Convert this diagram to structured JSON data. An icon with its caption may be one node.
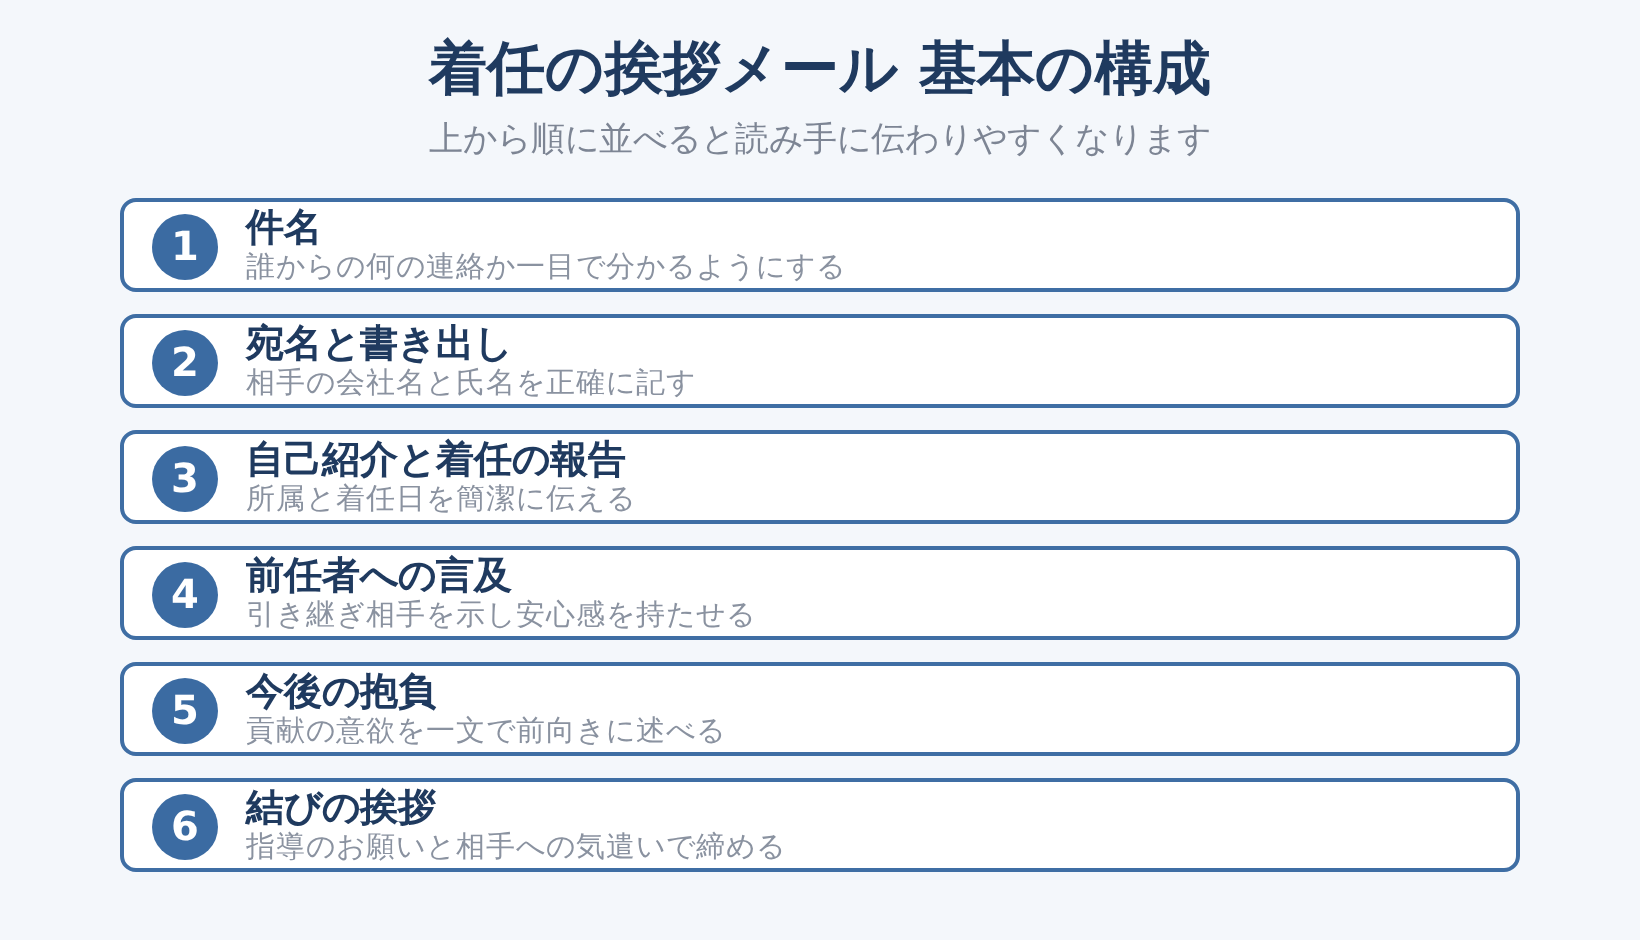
{
  "diagram": {
    "title": "着任の挨拶メール 基本の構成",
    "caption": "上から順に並べると読み手に伝わりやすくなります",
    "nodes": [
      {
        "text": [
          "件名",
          "誰からの何の連絡か一目で分かるようにする"
        ]
      },
      {
        "text": [
          "1"
        ],
        "in": 0
      },
      {
        "text": [
          "宛名と書き出し",
          "相手の会社名と氏名を正確に記す"
        ]
      },
      {
        "text": [
          "2"
        ],
        "in": 2
      },
      {
        "text": [
          "自己紹介と着任の報告",
          "所属と着任日を簡潔に伝える"
        ]
      },
      {
        "text": [
          "3"
        ],
        "in": 4
      },
      {
        "text": [
          "前任者への言及",
          "引き継ぎ相手を示し安心感を持たせる"
        ]
      },
      {
        "text": [
          "4"
        ],
        "in": 6
      },
      {
        "text": [
          "今後の抱負",
          "貢献の意欲を一文で前向きに述べる"
        ]
      },
      {
        "text": [
          "5"
        ],
        "in": 8
      },
      {
        "text": [
          "結びの挨拶",
          "指導のお願いと相手への気遣いで締める"
        ]
      },
      {
        "text": [
          "6"
        ],
        "in": 10
      }
    ]
  }
}
